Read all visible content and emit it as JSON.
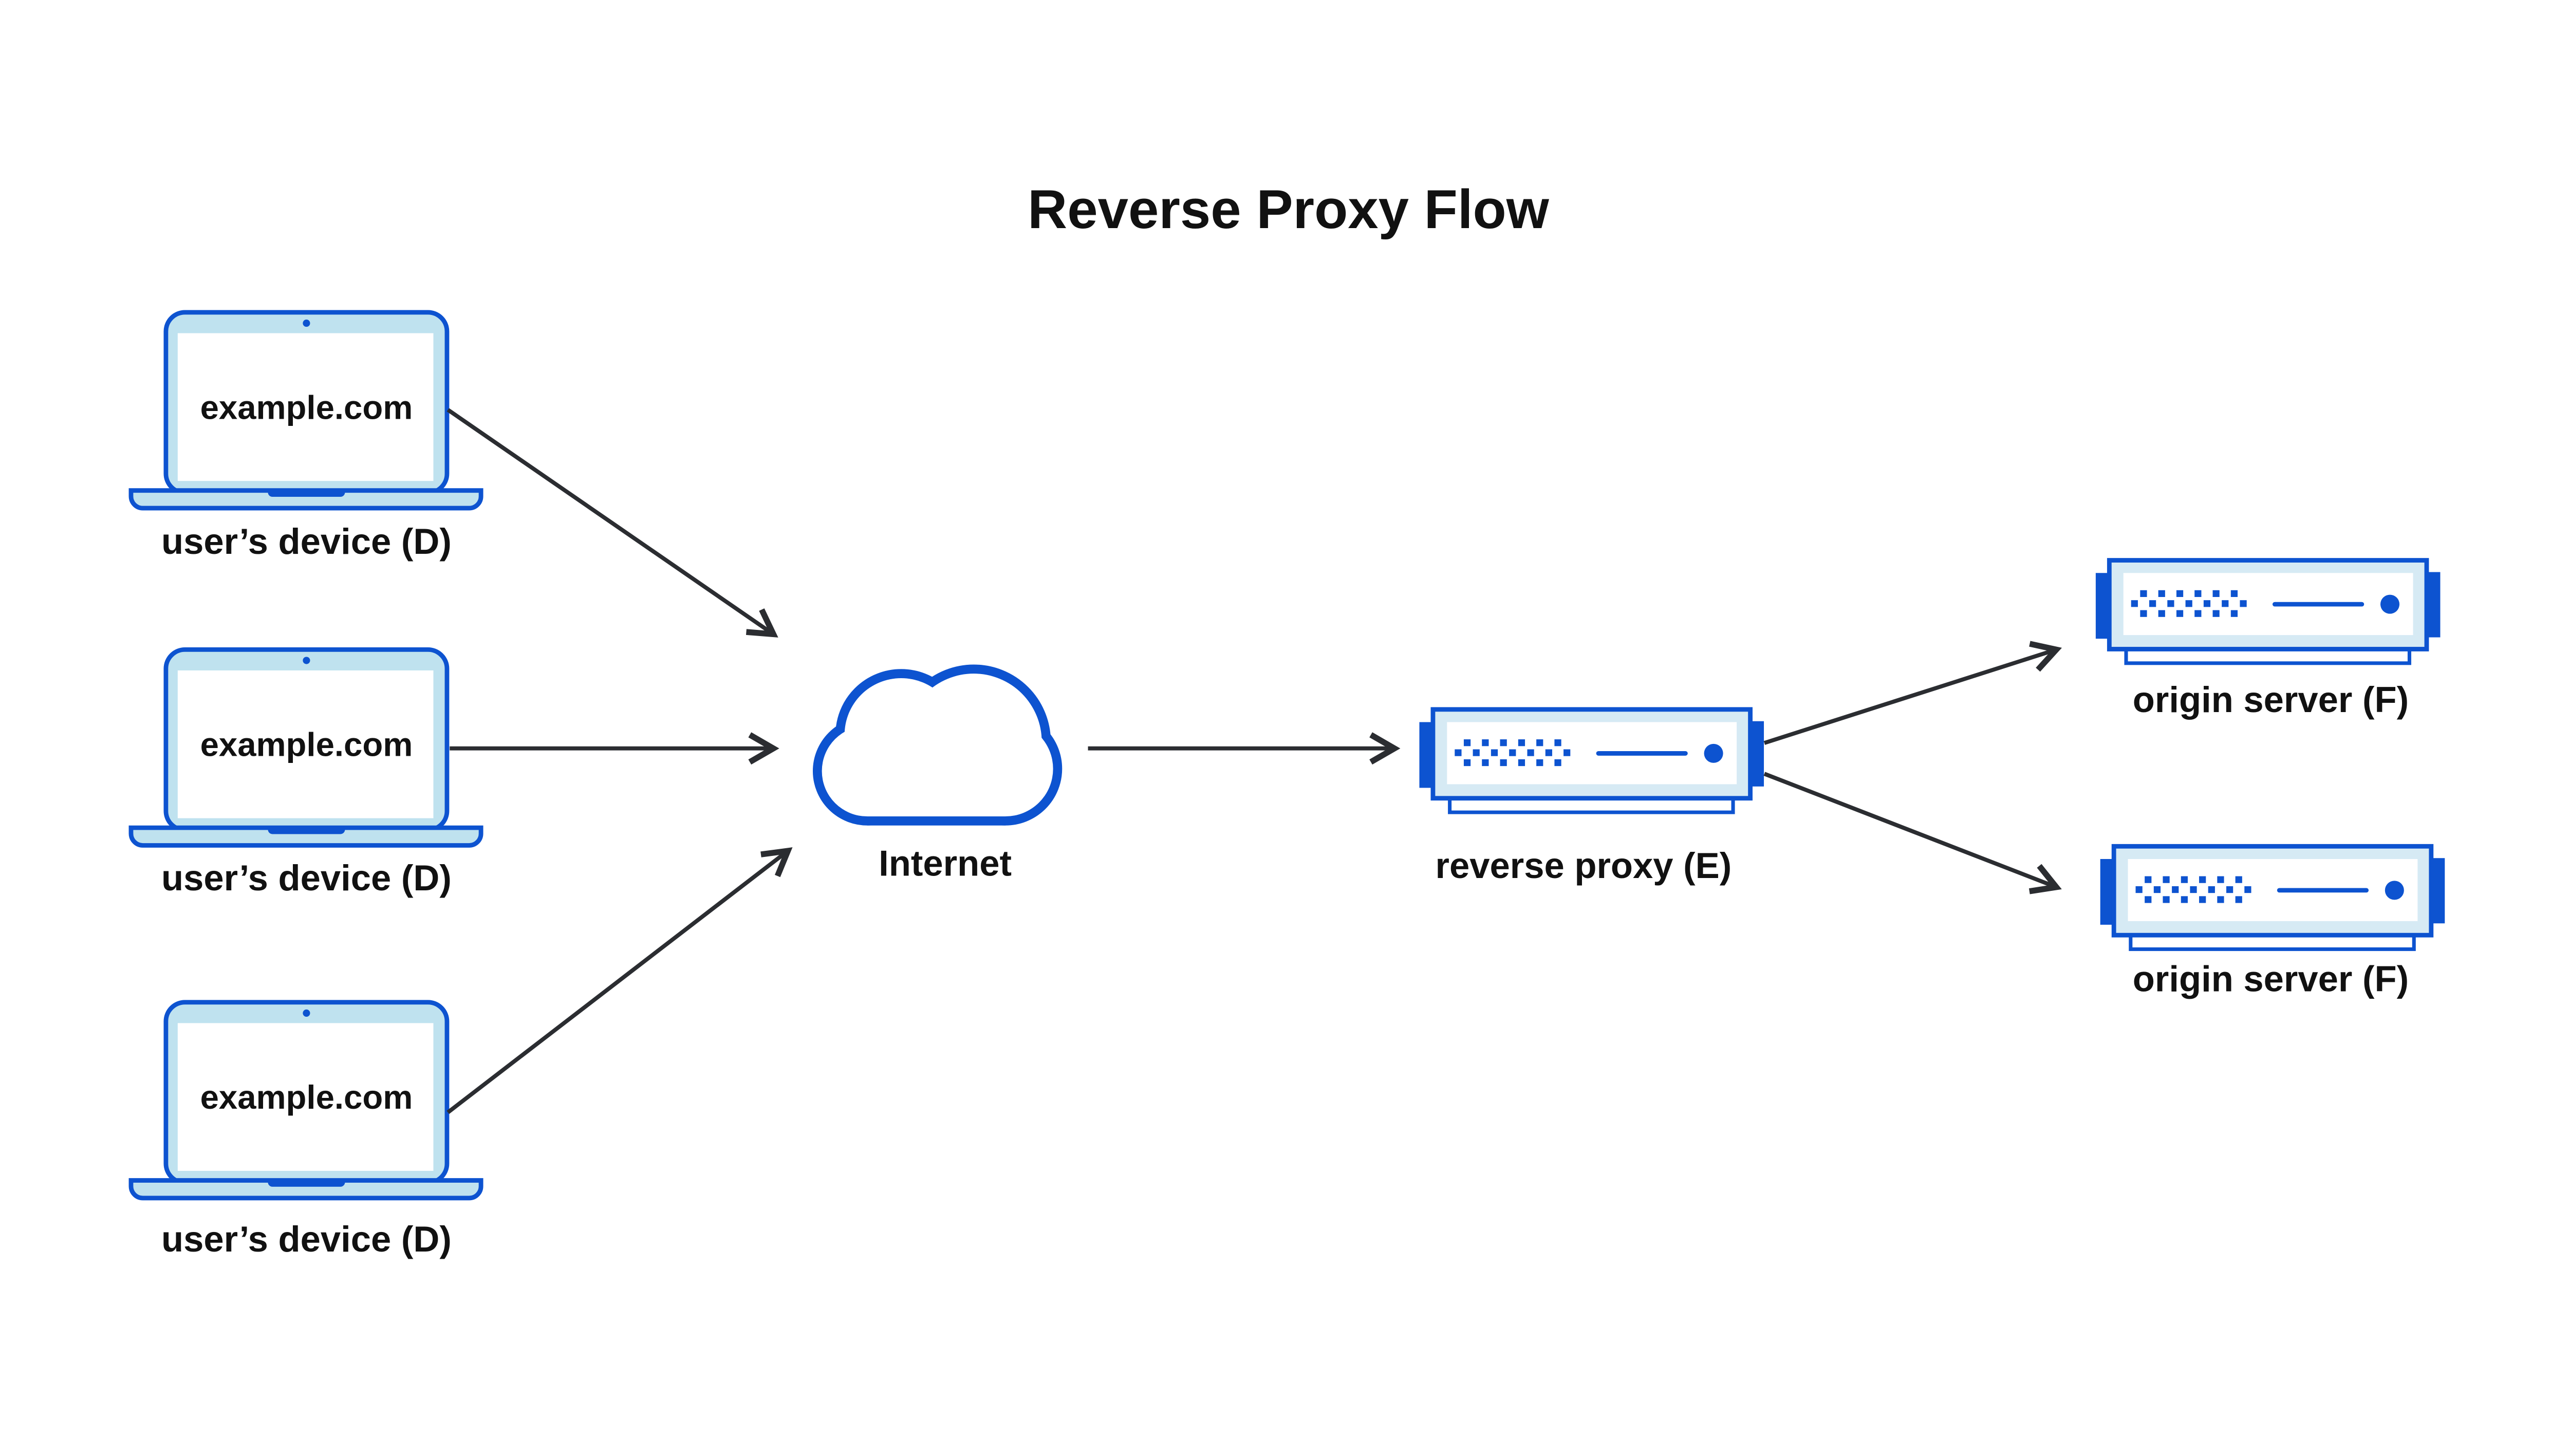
{
  "title": "Reverse Proxy Flow",
  "nodes": {
    "devices": [
      {
        "id": "user-device-1",
        "screen_text": "example.com",
        "label": "user’s device (D)"
      },
      {
        "id": "user-device-2",
        "screen_text": "example.com",
        "label": "user’s device (D)"
      },
      {
        "id": "user-device-3",
        "screen_text": "example.com",
        "label": "user’s device (D)"
      }
    ],
    "internet": {
      "id": "internet",
      "label": "Internet"
    },
    "reverse_proxy": {
      "id": "reverse-proxy",
      "label": "reverse proxy (E)"
    },
    "origin_servers": [
      {
        "id": "origin-server-1",
        "label": "origin server (F)"
      },
      {
        "id": "origin-server-2",
        "label": "origin server (F)"
      }
    ]
  },
  "icons": {
    "device": "laptop-icon",
    "internet": "cloud-icon",
    "reverse_proxy": "server-icon",
    "origin_server": "server-icon"
  },
  "connections": [
    {
      "from": "user-device-1",
      "to": "internet"
    },
    {
      "from": "user-device-2",
      "to": "internet"
    },
    {
      "from": "user-device-3",
      "to": "internet"
    },
    {
      "from": "internet",
      "to": "reverse-proxy"
    },
    {
      "from": "reverse-proxy",
      "to": "origin-server-1"
    },
    {
      "from": "reverse-proxy",
      "to": "origin-server-2"
    }
  ],
  "colors": {
    "primary_blue": "#0d53d0",
    "laptop_fill": "#bfe2ef",
    "server_fill": "#d6eaf4",
    "arrow": "#2b2d31",
    "text": "#111111",
    "background": "#ffffff"
  }
}
